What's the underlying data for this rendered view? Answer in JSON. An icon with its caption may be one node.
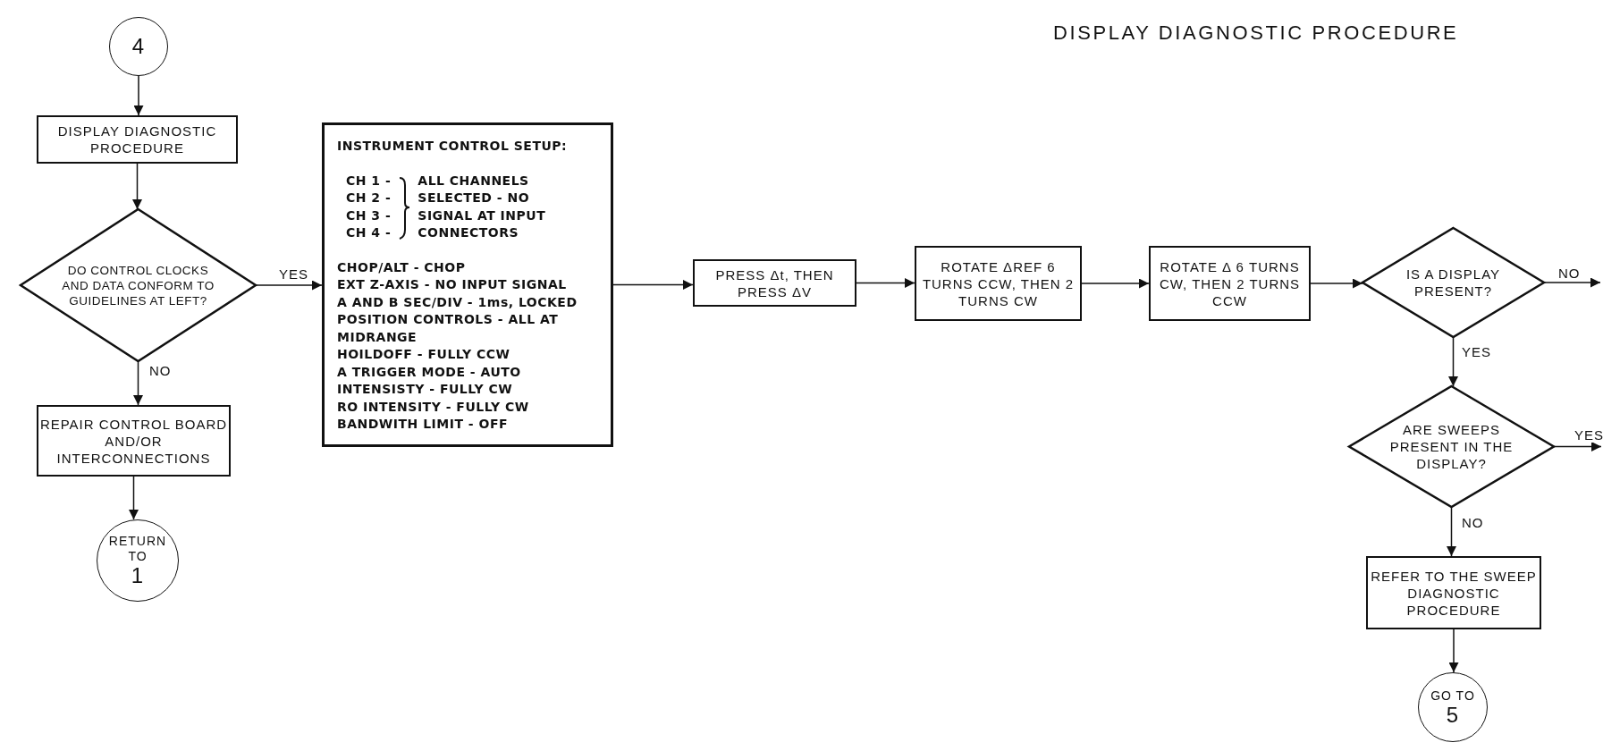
{
  "diagram": {
    "title": "DISPLAY DIAGNOSTIC PROCEDURE",
    "nodes": [
      {
        "text": [
          "4"
        ]
      },
      {
        "text": [
          "DISPLAY DIAGNOSTIC PROCEDURE"
        ]
      },
      {
        "text": [
          "DO CONTROL CLOCKS AND DATA CONFORM TO GUIDELINES AT LEFT?"
        ]
      },
      {
        "text": [
          "INSTRUMENT CONTROL SETUP:",
          "CH 1 -",
          "CH 2 -",
          "CH 3 -",
          "CH 4 -",
          "ALL CHANNELS SELECTED - NO SIGNAL AT INPUT CONNECTORS",
          "CHOP/ALT - CHOP",
          "EXT Z-AXIS - NO INPUT SIGNAL",
          "A AND B SEC/DIV - 1ms, LOCKED",
          "POSITION CONTROLS - ALL AT MIDRANGE",
          "HOILDOFF - FULLY CCW",
          "A TRIGGER MODE - AUTO",
          "INTENSISTY - FULLY CW",
          "RO INTENSITY - FULLY CW",
          "BANDWITH LIMIT - OFF"
        ]
      },
      {
        "text": [
          "PRESS Δt, THEN PRESS ΔV"
        ]
      },
      {
        "text": [
          "ROTATE ΔREF 6 TURNS CCW, THEN 2 TURNS CW"
        ]
      },
      {
        "text": [
          "ROTATE Δ 6 TURNS CW, THEN 2 TURNS CCW"
        ]
      },
      {
        "text": [
          "IS A DISPLAY PRESENT?"
        ]
      },
      {
        "text": [
          "ARE SWEEPS PRESENT IN THE DISPLAY?"
        ]
      },
      {
        "text": [
          "REFER TO THE SWEEP DIAGNOSTIC PROCEDURE"
        ]
      },
      {
        "text": [
          "GO TO",
          "5"
        ]
      },
      {
        "text": [
          "REPAIR CONTROL BOARD AND/OR INTERCONNECTIONS"
        ]
      },
      {
        "text": [
          "RETURN TO",
          "1"
        ]
      }
    ],
    "edges": [
      {
        "from": 0,
        "to": 1,
        "arrow": "to"
      },
      {
        "from": 1,
        "to": 2,
        "arrow": "to"
      },
      {
        "from": 2,
        "to": 3,
        "arrow": "to",
        "label": "YES"
      },
      {
        "from": 2,
        "to": 11,
        "arrow": "to",
        "label": "NO"
      },
      {
        "from": 11,
        "to": 12,
        "arrow": "to"
      },
      {
        "from": 3,
        "to": 4,
        "arrow": "to"
      },
      {
        "from": 4,
        "to": 5,
        "arrow": "to"
      },
      {
        "from": 5,
        "to": 6,
        "arrow": "to"
      },
      {
        "from": 6,
        "to": 7,
        "arrow": "to"
      },
      {
        "from": 7,
        "to": null,
        "arrow": "to",
        "label": "NO"
      },
      {
        "from": 7,
        "to": 8,
        "arrow": "to",
        "label": "YES"
      },
      {
        "from": 8,
        "to": null,
        "arrow": "to",
        "label": "YES"
      },
      {
        "from": 8,
        "to": 9,
        "arrow": "to",
        "label": "NO"
      },
      {
        "from": 9,
        "to": 10,
        "arrow": "to"
      }
    ]
  }
}
